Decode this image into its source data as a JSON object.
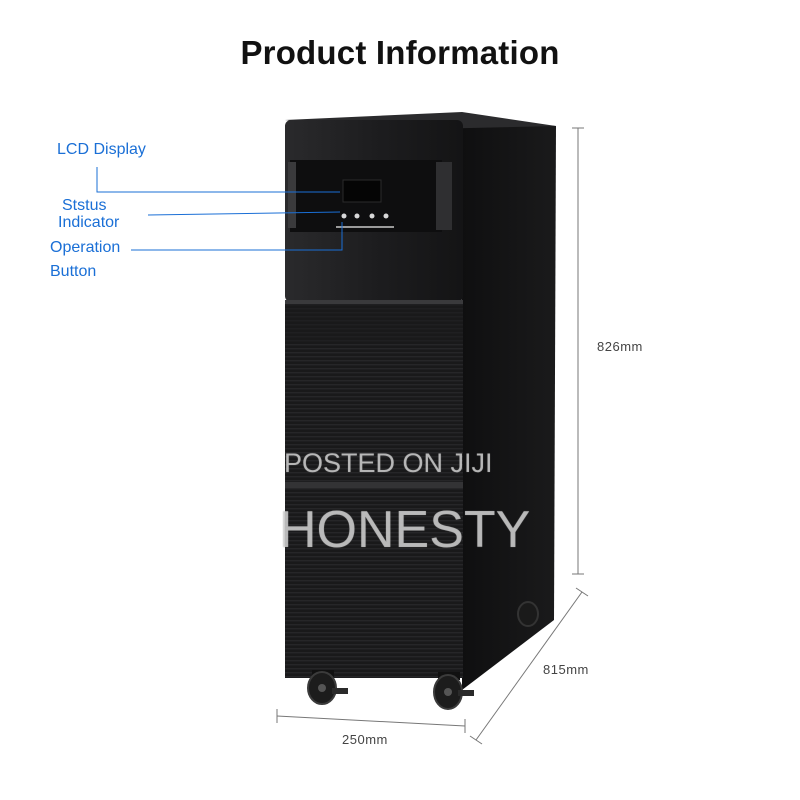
{
  "title": "Product Information",
  "callouts": {
    "lcd": "LCD Display",
    "status_1": "Ststus",
    "status_2": "Indicator",
    "operation_1": "Operation",
    "operation_2": "Button"
  },
  "dimensions": {
    "height": "826mm",
    "depth": "815mm",
    "width": "250mm"
  },
  "watermark": {
    "line1": "POSTED ON JIJI",
    "line2": "HONESTY"
  },
  "colors": {
    "callout": "#1a6fd6",
    "cabinet": "#1b1b1d",
    "title": "#111111"
  }
}
